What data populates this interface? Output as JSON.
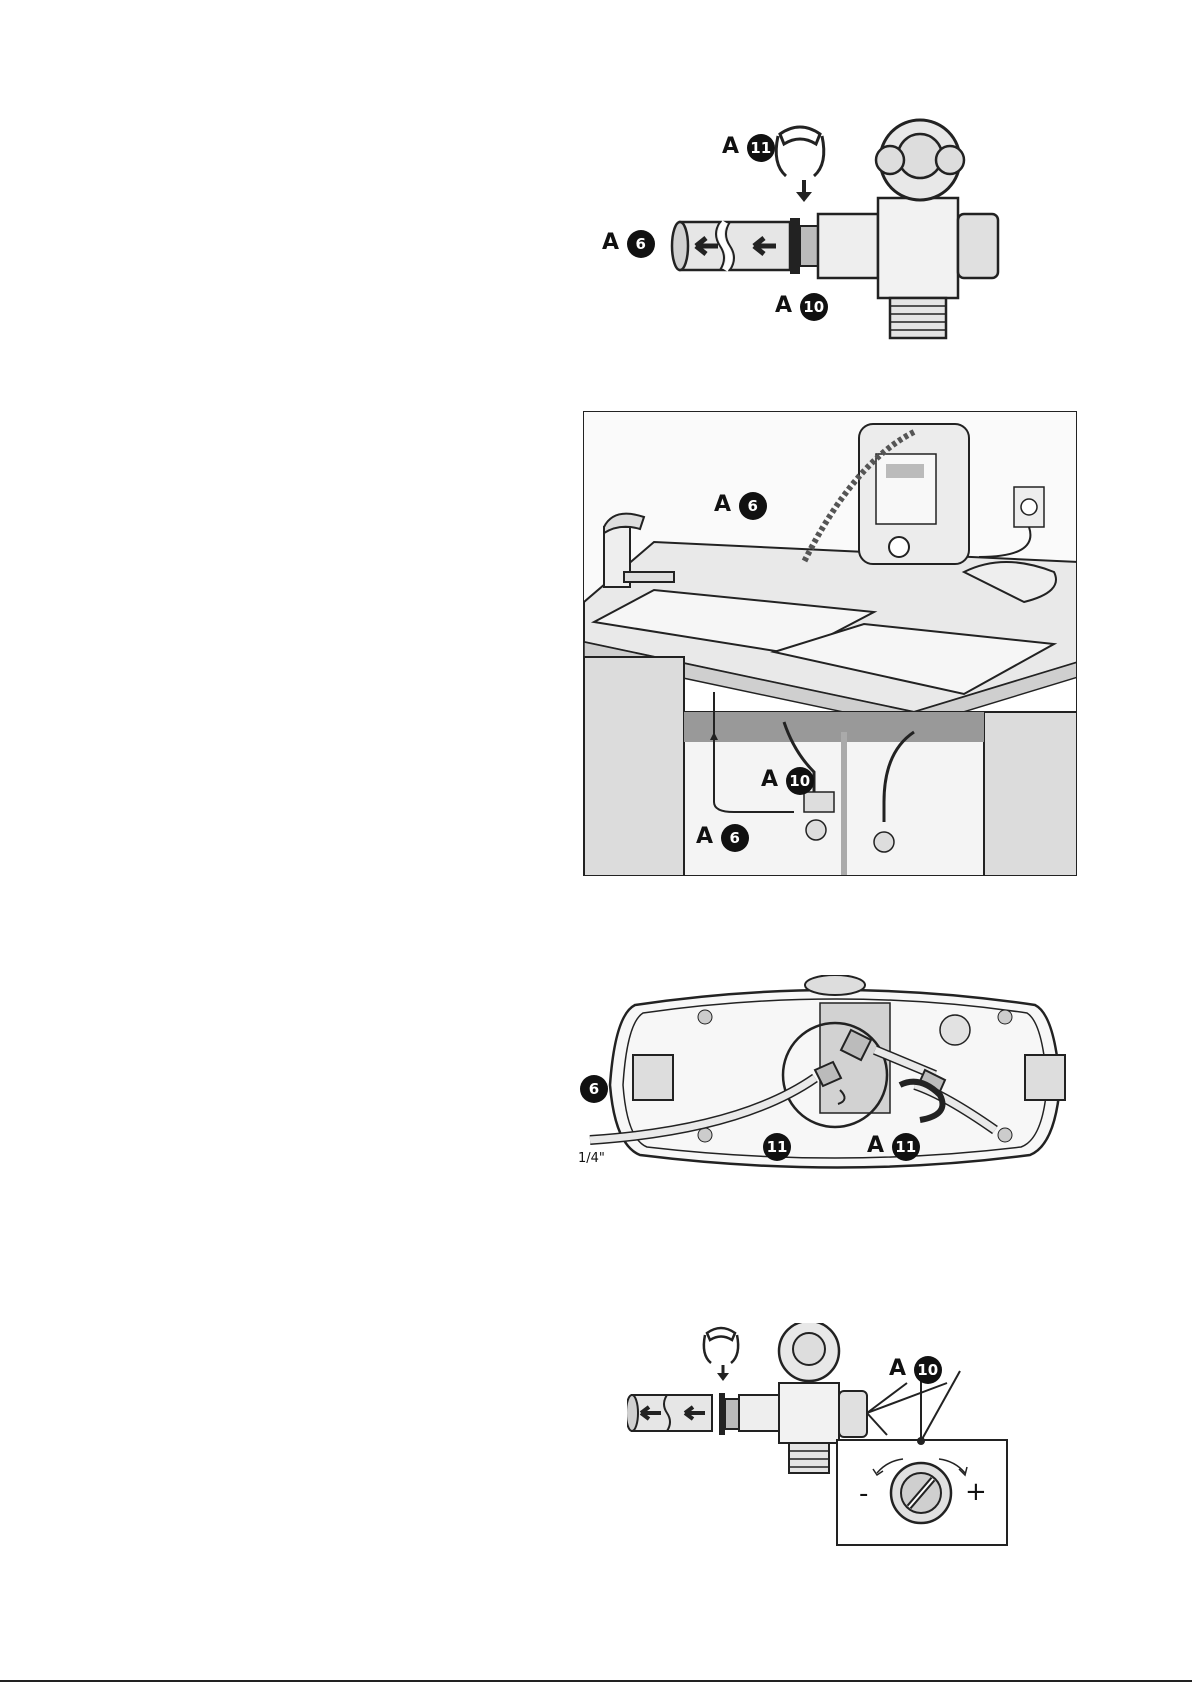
{
  "figures": {
    "fig1": {
      "letter": "A",
      "num_clip": "11",
      "num_tube": "6",
      "num_valve": "10"
    },
    "fig2": {
      "letter": "A",
      "num_tube_top": "6",
      "num_valve": "10",
      "num_tube_bottom": "6"
    },
    "fig3": {
      "num_tube": "6",
      "tube_size": "1/4\"",
      "num_fitting": "11",
      "letter": "A",
      "num_clip": "11"
    },
    "fig4": {
      "letter": "A",
      "num_valve": "10",
      "minus": "-",
      "plus": "+"
    }
  }
}
